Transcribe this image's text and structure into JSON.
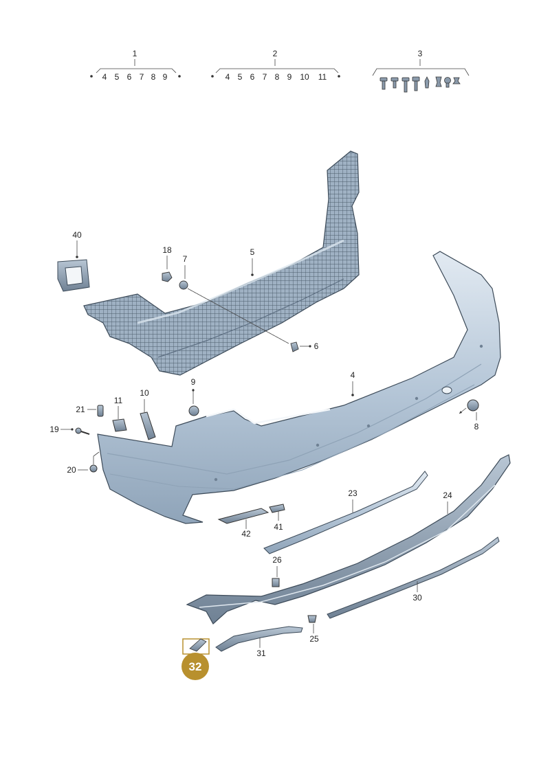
{
  "diagram": {
    "group_labels": {
      "g1": "1",
      "g1_items": [
        "4",
        "5",
        "6",
        "7",
        "8",
        "9"
      ],
      "g2": "2",
      "g2_items": [
        "4",
        "5",
        "6",
        "7",
        "8",
        "9",
        "10",
        "11"
      ],
      "g3": "3"
    },
    "callouts": {
      "p4": "4",
      "p5": "5",
      "p6": "6",
      "p7": "7",
      "p8": "8",
      "p9": "9",
      "p10": "10",
      "p11": "11",
      "p18": "18",
      "p19": "19",
      "p20": "20",
      "p21": "21",
      "p23": "23",
      "p24": "24",
      "p25": "25",
      "p26": "26",
      "p30": "30",
      "p31": "31",
      "p40": "40",
      "p41": "41",
      "p42": "42"
    },
    "highlight_badge": {
      "label": "32",
      "color": "#b8902e"
    },
    "colors": {
      "part_fill": "#a9bdd0",
      "part_highlight": "#dbe6ef",
      "part_stroke": "#3c4a58",
      "leader": "#444444"
    }
  }
}
